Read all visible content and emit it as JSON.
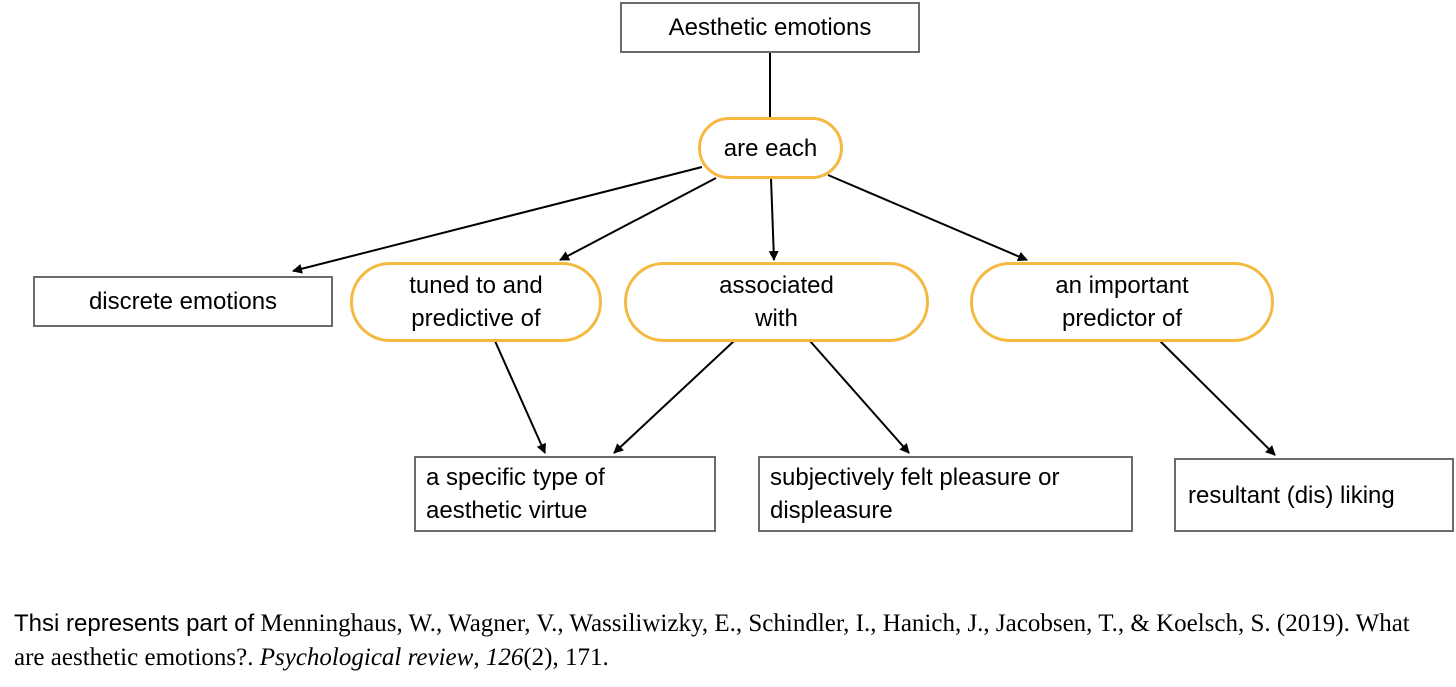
{
  "colors": {
    "rect_border": "#6b6b6b",
    "pill_border": "#f5b942",
    "edge": "#000000"
  },
  "nodes": {
    "root": "Aesthetic emotions",
    "are_each": "are each",
    "discrete": "discrete emotions",
    "tuned": "tuned to and\npredictive of",
    "associated": "associated\nwith",
    "predictor": "an important\npredictor of",
    "virtue": "a specific type of\naesthetic virtue",
    "pleasure": "subjectively felt pleasure or\ndispleasure",
    "liking": "resultant (dis) liking"
  },
  "caption": {
    "lead": "Thsi represents part of",
    "authors": " Menninghaus, W., Wagner, V., Wassiliwizky, E., Schindler, I., Hanich, J., Jacobsen, T., & Koelsch, S. (2019). What are aesthetic emotions?. ",
    "journal": "Psychological review",
    "comma": ", ",
    "volume": "126",
    "rest": "(2), 171."
  }
}
